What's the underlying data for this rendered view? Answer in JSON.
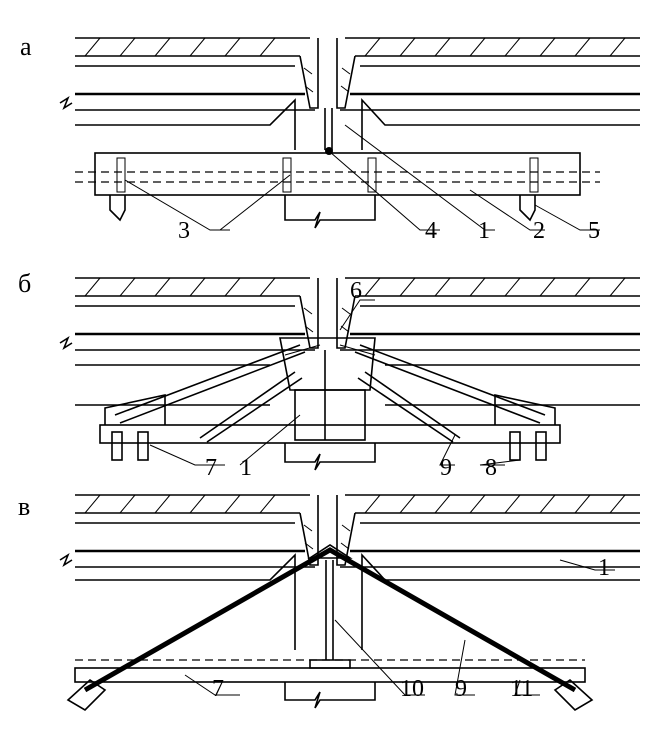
{
  "panels": [
    {
      "letter": "а",
      "labels": [
        "3",
        "4",
        "1",
        "2",
        "5"
      ]
    },
    {
      "letter": "б",
      "labels": [
        "6",
        "7",
        "1",
        "9",
        "8"
      ]
    },
    {
      "letter": "в",
      "labels": [
        "1",
        "7",
        "10",
        "9",
        "11"
      ]
    }
  ]
}
